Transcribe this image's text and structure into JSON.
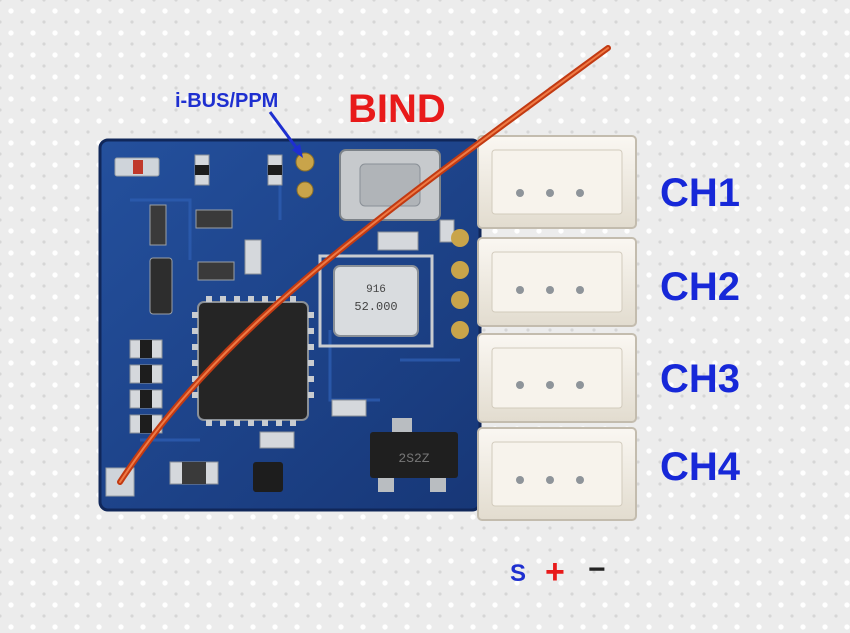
{
  "labels": {
    "ibus_ppm": "i-BUS/PPM",
    "bind": "BIND",
    "channels": [
      "CH1",
      "CH2",
      "CH3",
      "CH4"
    ],
    "pins": {
      "signal": "S",
      "plus": "+",
      "minus": "−"
    }
  },
  "markings": {
    "crystal": "52.000",
    "crystal_code": "916",
    "transistor": "2S2Z"
  },
  "colors": {
    "pcb": "#1c3f8a",
    "wire": "#d9531e",
    "label_blue": "#1e2fd0",
    "label_red": "#e81a1a",
    "connector": "#f1ece4"
  }
}
